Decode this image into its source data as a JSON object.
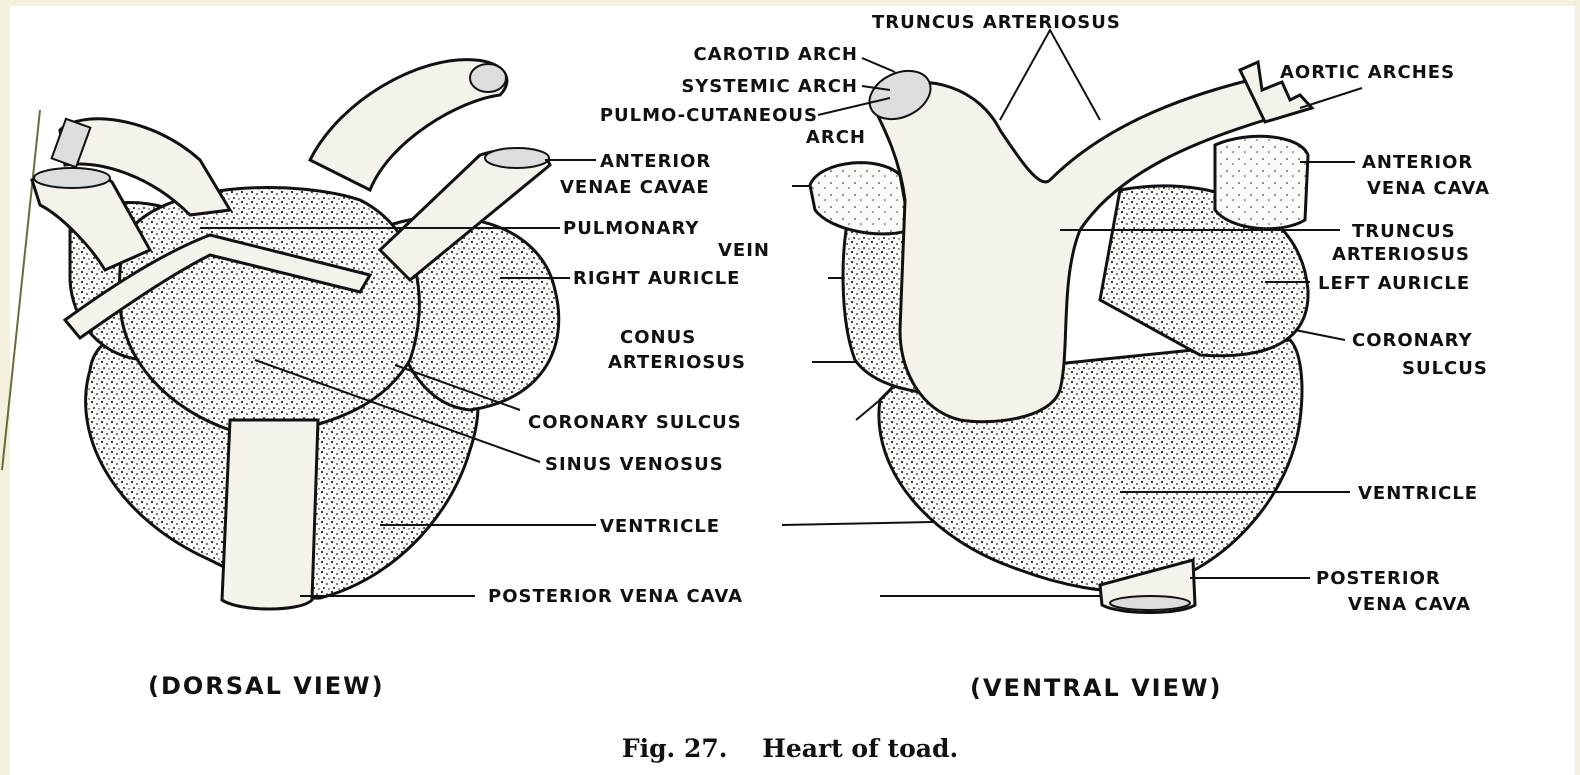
{
  "colors": {
    "page_bg": "#f3f0de",
    "paper": "#ffffff",
    "ink": "#111111",
    "accent": "#6b6a3c"
  },
  "dorsal_labels": {
    "anterior_venae_cavae_1": "ANTERIOR",
    "anterior_venae_cavae_2": "VENAE CAVAE",
    "pulmonary_vein_1": "PULMONARY",
    "pulmonary_vein_2": "VEIN",
    "right_auricle": "RIGHT AURICLE",
    "conus_arteriosus_1": "CONUS",
    "conus_arteriosus_2": "ARTERIOSUS",
    "coronary_sulcus": "CORONARY SULCUS",
    "sinus_venosus": "SINUS VENOSUS",
    "ventricle": "VENTRICLE",
    "posterior_vena_cava": "POSTERIOR VENA CAVA"
  },
  "ventral_labels": {
    "truncus_arteriosus_top": "TRUNCUS ARTERIOSUS",
    "carotid_arch": "CAROTID ARCH",
    "systemic_arch": "SYSTEMIC ARCH",
    "pulmo_cutaneous_1": "PULMO-CUTANEOUS",
    "pulmo_cutaneous_2": "ARCH",
    "aortic_arches": "AORTIC ARCHES",
    "anterior_vena_cava_1": "ANTERIOR",
    "anterior_vena_cava_2": "VENA CAVA",
    "truncus_arteriosus_1": "TRUNCUS",
    "truncus_arteriosus_2": "ARTERIOSUS",
    "left_auricle": "LEFT AURICLE",
    "coronary_sulcus_1": "CORONARY",
    "coronary_sulcus_2": "SULCUS",
    "ventricle": "VENTRICLE",
    "posterior_vena_cava_1": "POSTERIOR",
    "posterior_vena_cava_2": "VENA CAVA"
  },
  "view_titles": {
    "dorsal": "(DORSAL VIEW)",
    "ventral": "(VENTRAL VIEW)"
  },
  "caption": "Fig. 27.    Heart of toad."
}
